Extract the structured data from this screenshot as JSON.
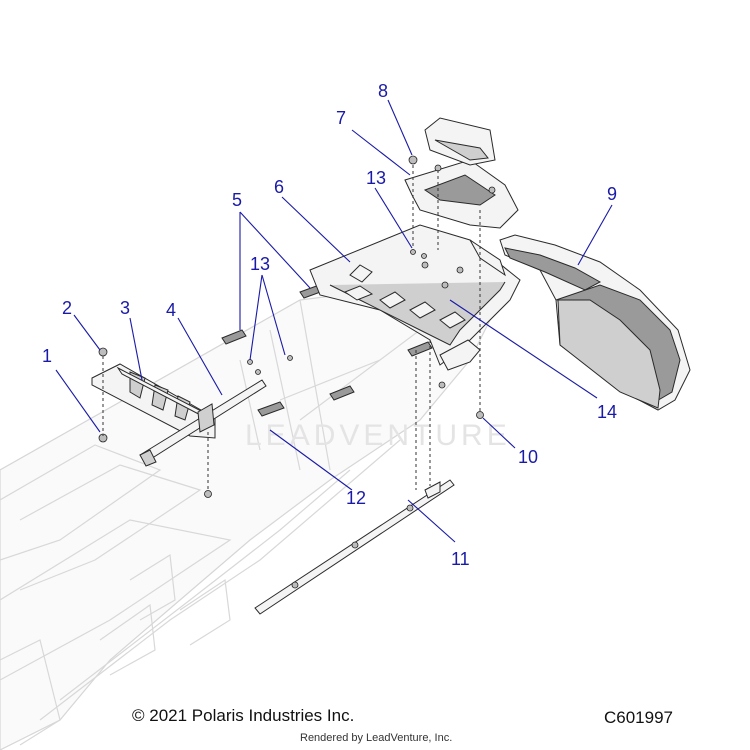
{
  "diagram": {
    "callouts": [
      "1",
      "2",
      "3",
      "4",
      "5",
      "6",
      "7",
      "8",
      "9",
      "10",
      "11",
      "12",
      "13",
      "13",
      "14"
    ],
    "watermark": "LEADVENTURE",
    "copyright": "© 2021 Polaris Industries Inc.",
    "diagram_code": "C601997",
    "rendered_by": "Rendered by LeadVenture, Inc.",
    "colors": {
      "callout": "#1a1aa8",
      "line": "#2a2a2a"
    }
  }
}
